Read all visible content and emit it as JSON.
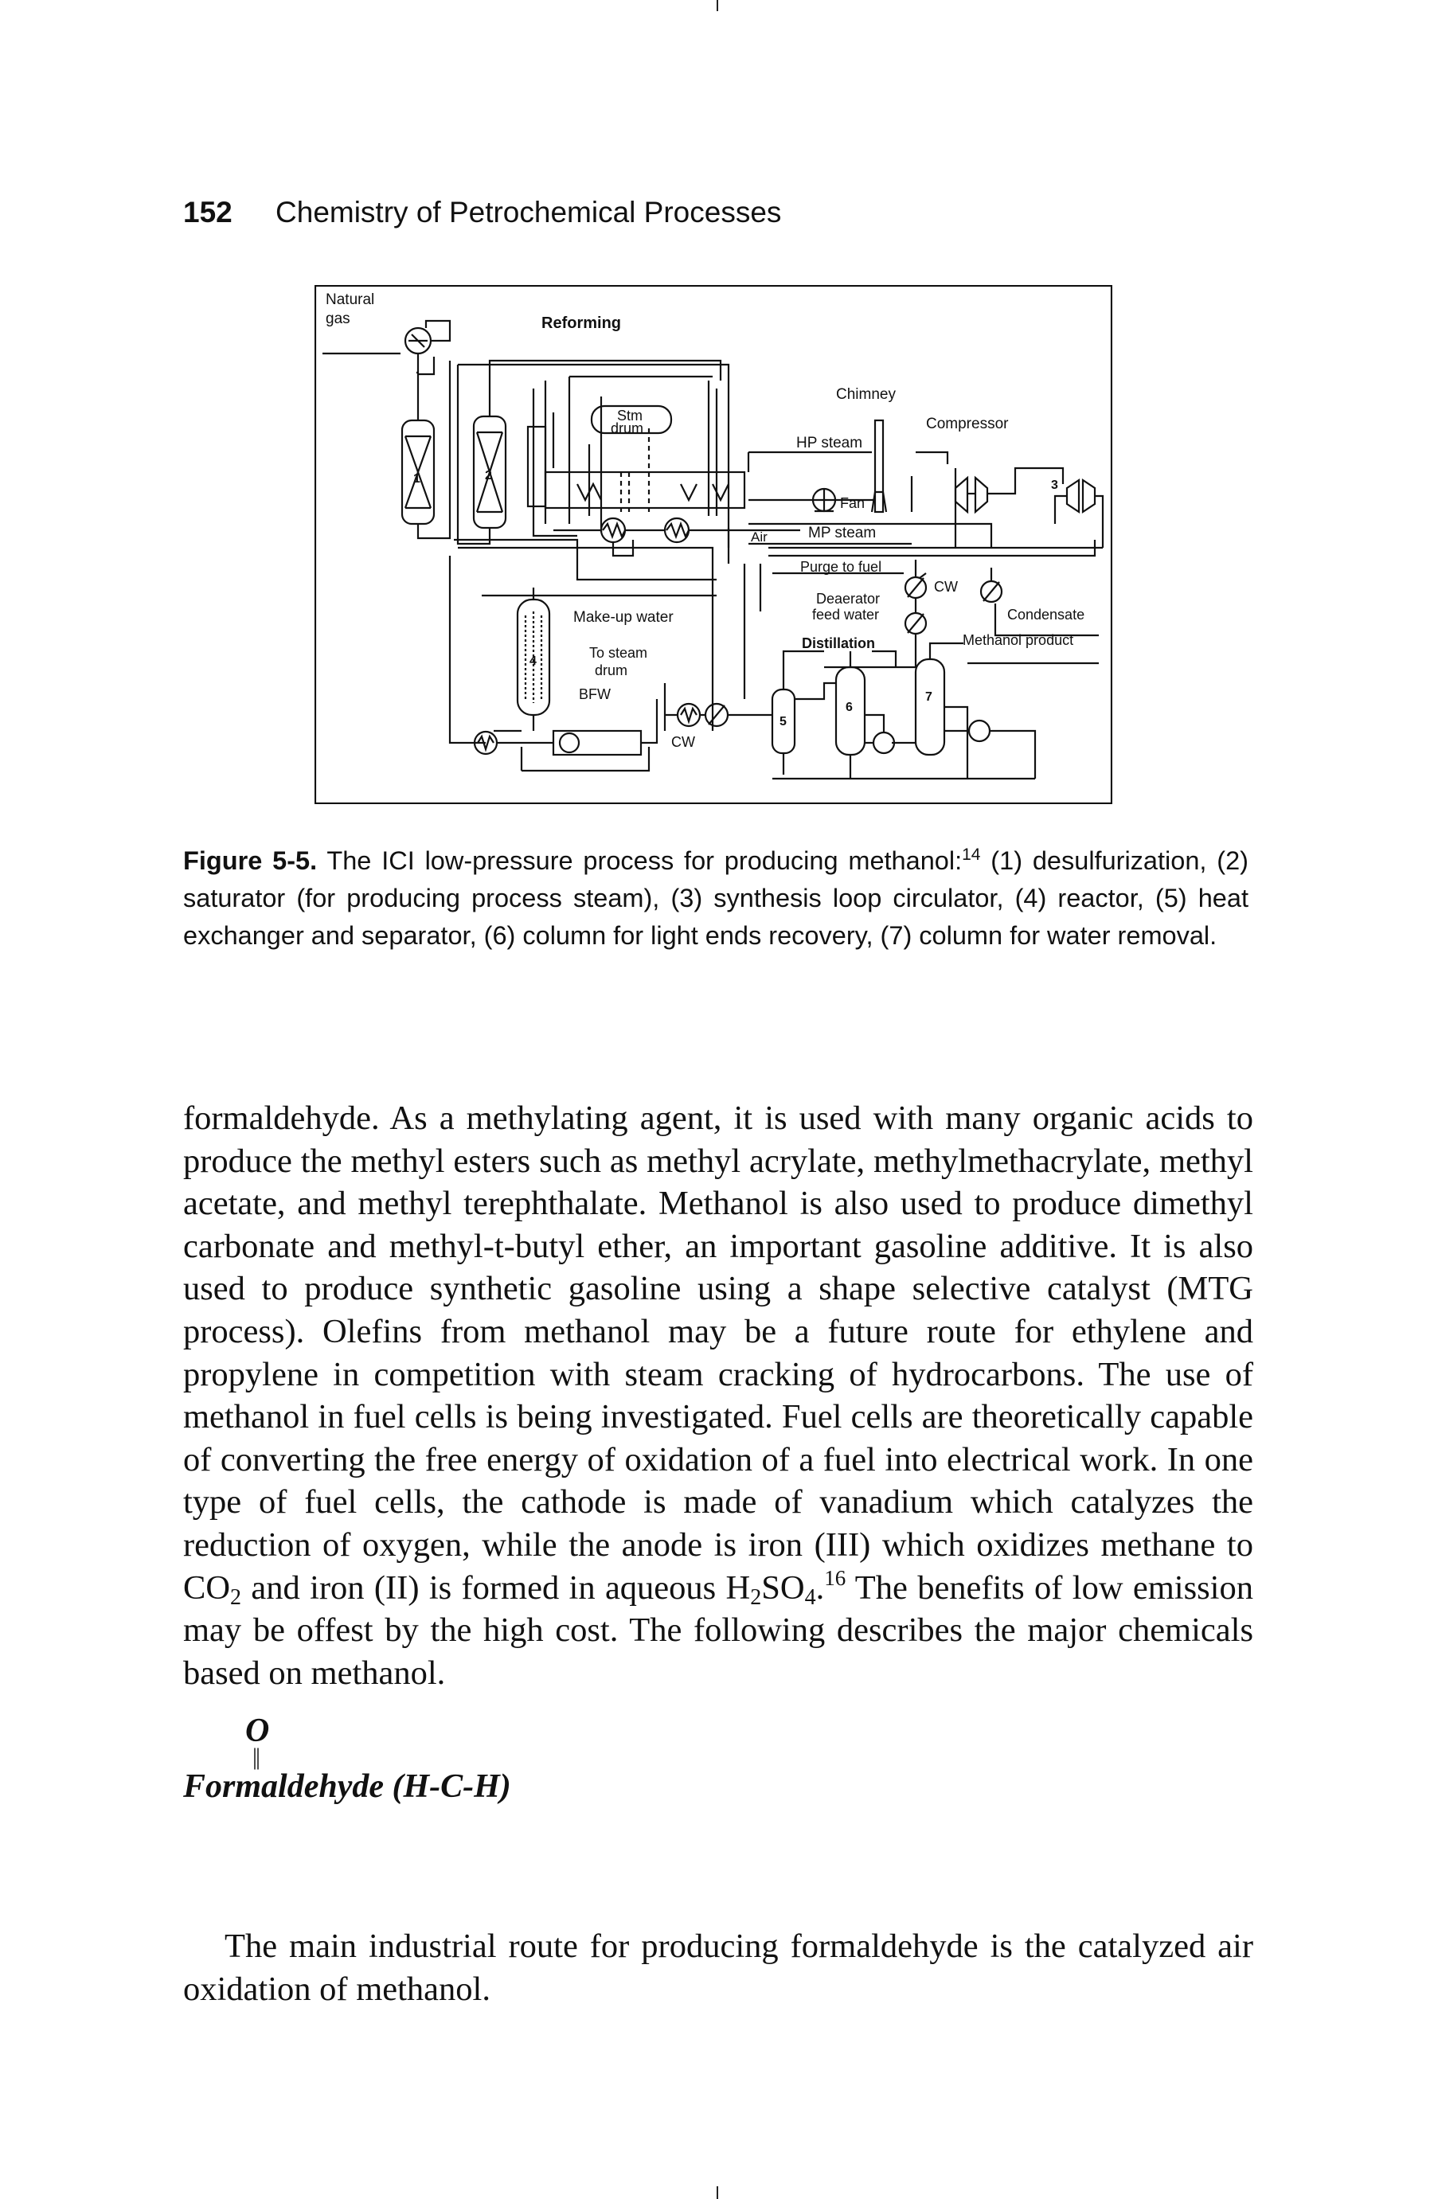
{
  "header": {
    "page_number": "152",
    "running_title": "Chemistry of Petrochemical Processes"
  },
  "figure": {
    "labels": {
      "natural_gas_1": "Natural",
      "natural_gas_2": "gas",
      "reforming": "Reforming",
      "chimney": "Chimney",
      "compressor": "Compressor",
      "stm_drum_1": "Stm",
      "stm_drum_2": "drum",
      "hp_steam": "HP steam",
      "fan": "Fan",
      "air": "Air",
      "mp_steam": "MP steam",
      "purge_to_fuel": "Purge to fuel",
      "cw_1": "CW",
      "deaerator_1": "Deaerator",
      "deaerator_2": "feed water",
      "condensate": "Condensate",
      "distillation": "Distillation",
      "methanol_product": "Methanol product",
      "make_up_water": "Make-up water",
      "to_steam_1": "To steam",
      "to_steam_2": "drum",
      "bfw": "BFW",
      "cw_2": "CW",
      "n1": "1",
      "n2": "2",
      "n3": "3",
      "n4": "4",
      "n5": "5",
      "n6": "6",
      "n7": "7"
    },
    "caption_label": "Figure 5-5.",
    "caption_text_a": " The ICI low-pressure process for producing methanol:",
    "caption_ref": "14",
    "caption_text_b": " (1) desulfurization, (2) saturator (for producing process steam), (3) synthesis loop circulator, (4) reactor, (5) heat exchanger and separator, (6) column for light ends recovery, (7) column for water removal."
  },
  "body": {
    "p1_a": "formaldehyde. As a methylating agent, it is used with many organic acids to produce the methyl esters such as methyl acrylate, methylmethacrylate, methyl acetate, and methyl terephthalate. Methanol is also used to produce dimethyl carbonate and methyl-t-butyl ether, an important gasoline additive. It is also used to produce synthetic gasoline using a shape selective catalyst (MTG process). Olefins from methanol may be a future route for ethylene and propylene in competition with steam cracking of hydrocarbons. The use of methanol in fuel cells is being investigated. Fuel cells are theoretically capable of converting the free energy of oxidation of a fuel into electrical work. In one type of fuel cells, the cathode is made of vanadium which catalyzes the reduction of oxygen, while the anode is iron (III) which oxidizes methane to CO",
    "p1_sub1": "2",
    "p1_b": " and iron (II) is formed in aqueous H",
    "p1_sub2": "2",
    "p1_c": "SO",
    "p1_sub3": "4",
    "p1_d": ".",
    "p1_ref": "16",
    "p1_e": " The benefits of low emission may be offest by the high cost. The following describes the major chemicals based on methanol.",
    "section_title": "Formaldehyde (H-C-H)",
    "section_o": "O",
    "section_dbl": "||",
    "p2": "The main industrial route for producing formaldehyde is the catalyzed air oxidation of methanol."
  }
}
